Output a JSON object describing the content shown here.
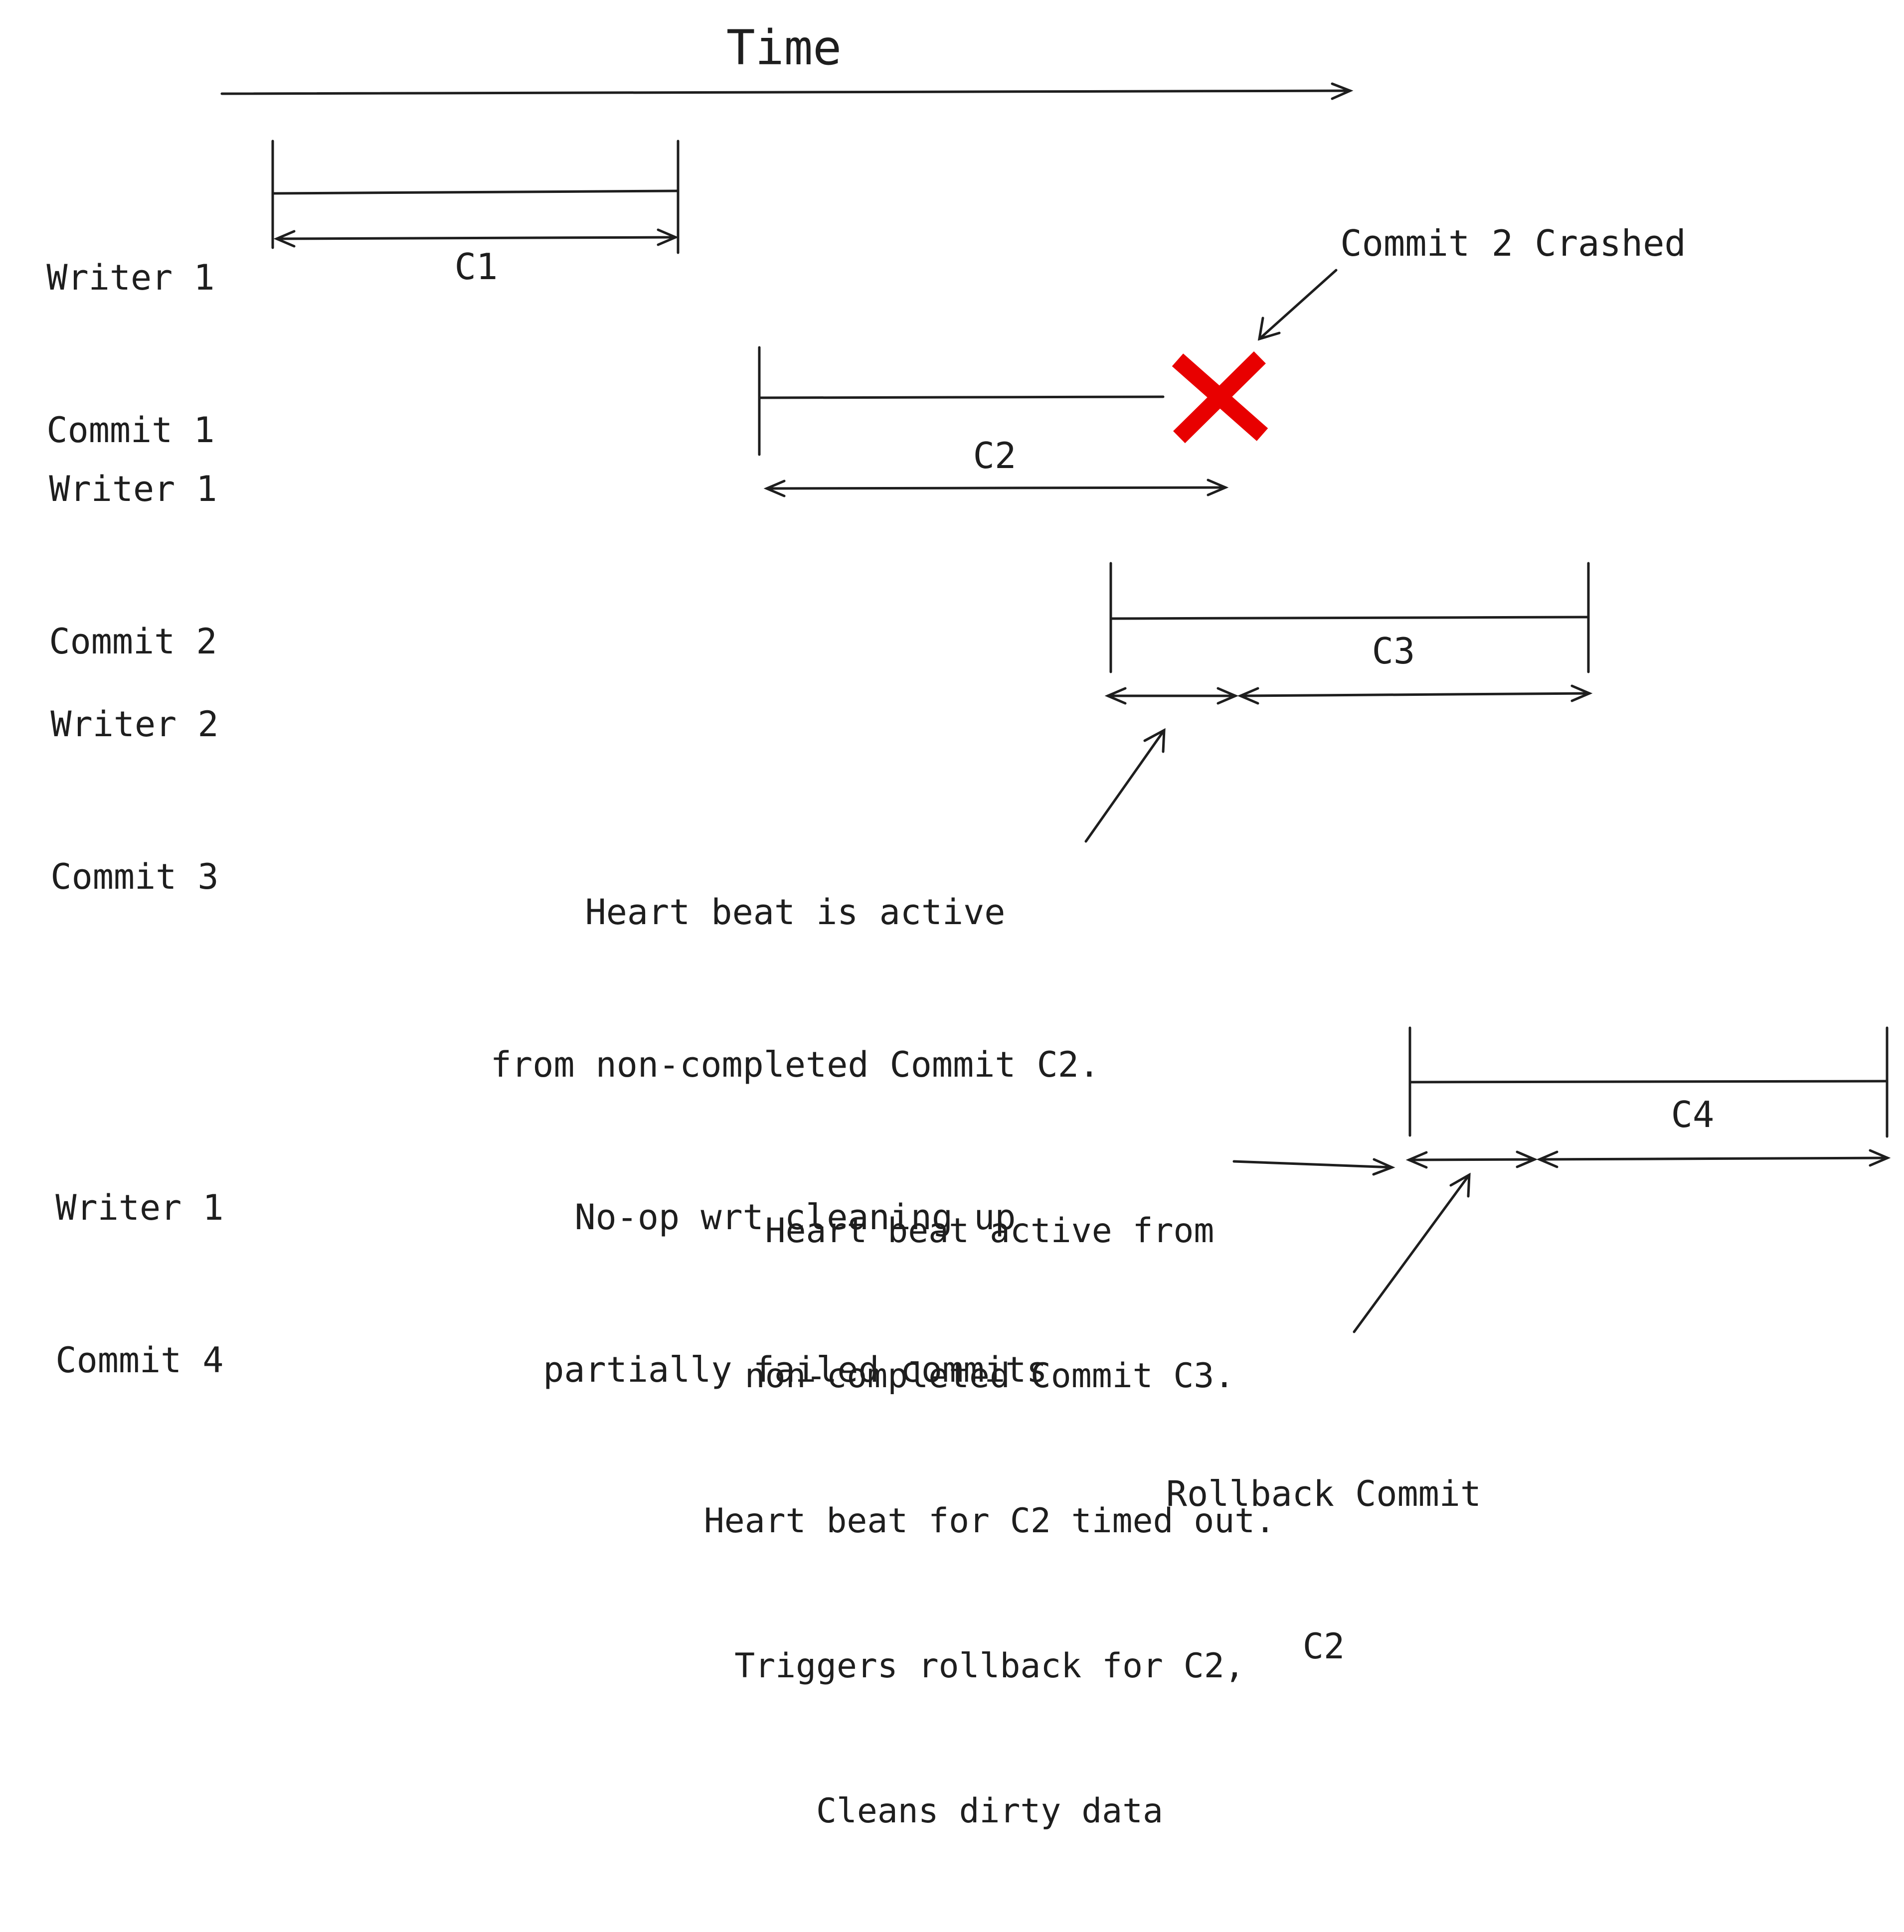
{
  "time_label": "Time",
  "rows": [
    {
      "writer": "Writer 1",
      "commit": "Commit 1"
    },
    {
      "writer": "Writer 1",
      "commit": "Commit 2"
    },
    {
      "writer": "Writer 2",
      "commit": "Commit 3"
    },
    {
      "writer": "Writer 1",
      "commit": "Commit 4"
    }
  ],
  "durations": {
    "c1": "C1",
    "c2": "C2",
    "c3": "C3",
    "c4": "C4"
  },
  "crash_note": "Commit 2 Crashed",
  "note_c3": [
    "Heart beat is active",
    "from non-completed Commit C2.",
    "No-op wrt cleaning up",
    "partially failed commits"
  ],
  "note_c4": [
    "Heart beat active from",
    "non-completed Commit C3.",
    "Heart beat for C2 timed out.",
    "Triggers rollback for C2,",
    "Cleans dirty data"
  ],
  "rollback_note": [
    "Rollback Commit",
    "C2"
  ],
  "colors": {
    "ink": "#1e1e1e",
    "crash": "#e80000",
    "background": "#ffffff"
  }
}
